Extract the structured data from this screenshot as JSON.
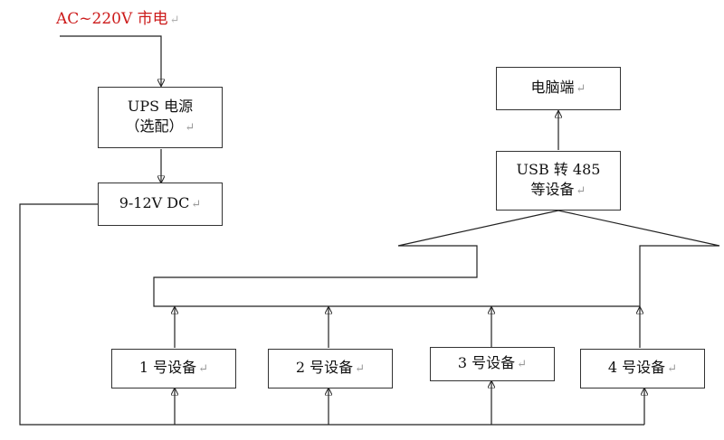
{
  "power_source": {
    "label": "AC~220V 市电"
  },
  "ups": {
    "line1": "UPS 电源",
    "line2": "（选配）"
  },
  "dc_supply": {
    "label": "9-12V DC"
  },
  "computer": {
    "label": "电脑端"
  },
  "converter": {
    "line1": "USB 转 485",
    "line2": "等设备"
  },
  "devices": [
    {
      "label": "1 号设备"
    },
    {
      "label": "2 号设备"
    },
    {
      "label": "3 号设备"
    },
    {
      "label": "4 号设备"
    }
  ],
  "paragraph_mark": "↵",
  "colors": {
    "power_label": "#cc1a1a",
    "lines": "#222222"
  }
}
